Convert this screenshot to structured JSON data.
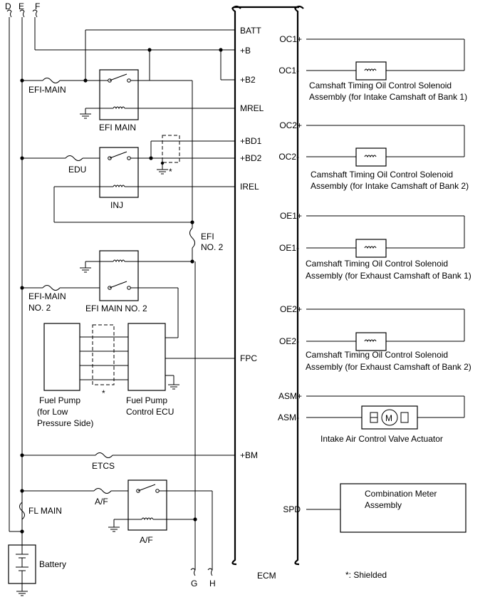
{
  "harness_labels": {
    "d": "D",
    "e": "E",
    "f": "F",
    "g": "G",
    "h": "H"
  },
  "ecm": {
    "title": "ECM",
    "left_pins": {
      "batt": "BATT",
      "b": "+B",
      "b2": "+B2",
      "mrel": "MREL",
      "bd1": "+BD1",
      "bd2": "+BD2",
      "irel": "IREL",
      "fpc": "FPC",
      "bm": "+BM"
    },
    "right_pins": {
      "oc1p": "OC1+",
      "oc1m": "OC1-",
      "oc2p": "OC2+",
      "oc2m": "OC2-",
      "oe1p": "OE1+",
      "oe1m": "OE1-",
      "oe2p": "OE2+",
      "oe2m": "OE2-",
      "asmp": "ASM+",
      "asmm": "ASM-",
      "spd": "SPD"
    }
  },
  "fuses": {
    "efi_main": "EFI-MAIN",
    "edu": "EDU",
    "efi_no2": [
      "EFI",
      "NO. 2"
    ],
    "efi_main_no2": [
      "EFI-MAIN",
      "NO. 2"
    ],
    "etcs": "ETCS",
    "af": "A/F",
    "fl_main": "FL MAIN"
  },
  "relays": {
    "efi_main": "EFI MAIN",
    "inj": "INJ",
    "efi_main_no2": "EFI MAIN NO. 2",
    "af": "A/F"
  },
  "components": {
    "solenoid_1": [
      "Camshaft Timing Oil Control Solenoid",
      "Assembly (for Intake Camshaft of Bank 1)"
    ],
    "solenoid_2": [
      "Camshaft Timing Oil Control Solenoid",
      "Assembly (for Intake Camshaft of Bank 2)"
    ],
    "solenoid_3": [
      "Camshaft Timing Oil Control Solenoid",
      "Assembly (for Exhaust Camshaft of Bank 1)"
    ],
    "solenoid_4": [
      "Camshaft Timing Oil Control Solenoid",
      "Assembly (for Exhaust Camshaft of Bank 2)"
    ],
    "actuator": "Intake Air Control Valve Actuator",
    "motor_symbol": "M",
    "meter": [
      "Combination Meter",
      "Assembly"
    ],
    "fuel_pump": [
      "Fuel Pump",
      "(for Low",
      "Pressure Side)"
    ],
    "fuel_pump_ecu": [
      "Fuel Pump",
      "Control ECU"
    ],
    "battery": "Battery"
  },
  "shield_marks": {
    "bd_shield": "*",
    "pump_shield": "*"
  },
  "legend": "*: Shielded"
}
